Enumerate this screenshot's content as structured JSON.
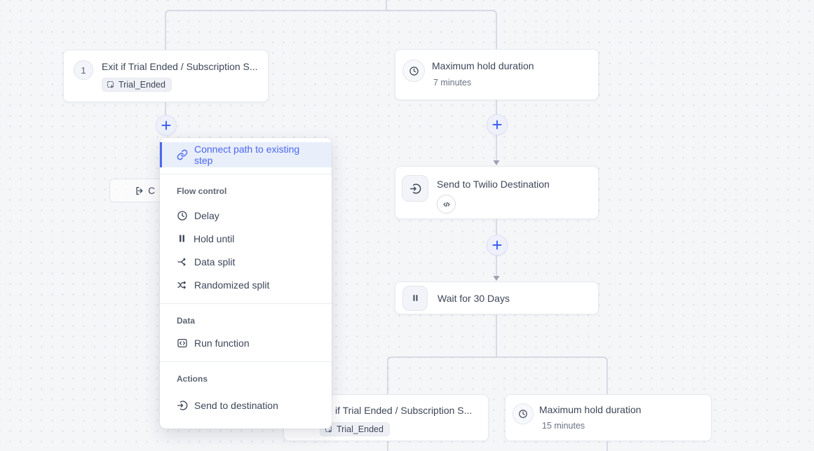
{
  "canvas": {
    "background": "#f5f6f8",
    "dot_color": "#dfe1e8",
    "line_color": "#cdd1dd",
    "accent": "#4a68ef"
  },
  "nodes": {
    "exit_top": {
      "badge": "1",
      "title": "Exit if Trial Ended / Subscription S...",
      "tag": "Trial_Ended"
    },
    "max_hold_top": {
      "title": "Maximum hold duration",
      "subtitle": "7 minutes"
    },
    "send_twilio": {
      "title": "Send to Twilio Destination"
    },
    "wait_30": {
      "title": "Wait for 30 Days"
    },
    "exit_bottom": {
      "title": "if Trial Ended / Subscription S...",
      "tag": "Trial_Ended"
    },
    "max_hold_bottom": {
      "title": "Maximum hold duration",
      "subtitle": "15 minutes"
    },
    "partial_exit": {
      "label": "C"
    }
  },
  "menu": {
    "connect_item": "Connect path to existing step",
    "sections": [
      {
        "header": "Flow control",
        "items": [
          {
            "label": "Delay"
          },
          {
            "label": "Hold until"
          },
          {
            "label": "Data split"
          },
          {
            "label": "Randomized split"
          }
        ]
      },
      {
        "header": "Data",
        "items": [
          {
            "label": "Run function"
          }
        ]
      },
      {
        "header": "Actions",
        "items": [
          {
            "label": "Send to destination"
          }
        ]
      }
    ]
  }
}
